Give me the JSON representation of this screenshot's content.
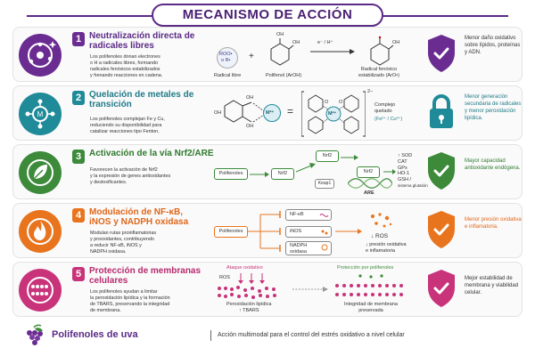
{
  "title": "MECANISMO DE ACCIÓN",
  "colors": {
    "purple": "#6a2c91",
    "teal": "#1f8a98",
    "green": "#3c8a3a",
    "orange": "#e8741e",
    "pink": "#c8337a"
  },
  "rows": [
    {
      "num": "1",
      "title": "Neutralización directa de radicales libres",
      "desc": [
        "Los polifenoles donan electrones",
        "o H a radicales libres, formando",
        "radicales fenóxicos estabilizados",
        "y frenando reacciones en cadena."
      ],
      "outcome": "Menor daño oxidativo sobre lípidos, proteínas y ADN.",
      "diagram": {
        "radical": "ROO•\no R•",
        "radical_label": "Radical libre",
        "plus": "+",
        "polyphenol_label": "Polifenol (ArOH)",
        "arrow": "e⁻ / H⁺",
        "product_label": "Radical fenóxico\nestabilizado (ArO•)",
        "oh": "OH"
      }
    },
    {
      "num": "2",
      "title": "Quelación de metales de transición",
      "desc": [
        "Los polifenoles complejan Fe y Cu,",
        "reduciendo su disponibilidad para",
        "catalizar reacciones tipo Fenton."
      ],
      "outcome": "Menor generación secundaria de radicales y menor peroxidación lipídica.",
      "diagram": {
        "metal": "M²⁺",
        "equals": "=",
        "charge": "2−",
        "complex_label": "Complejo\nquelado",
        "ions": "(Fe²⁺ / Cu²⁺)",
        "oh": "OH",
        "o": "O"
      }
    },
    {
      "num": "3",
      "title": "Activación de la vía Nrf2/ARE",
      "desc": [
        "Favorecen la activación de Nrf2",
        "y la expresión de genes antioxidantes",
        "y destoxificantes."
      ],
      "outcome": "Mayor capacidad antioxidante endógena.",
      "diagram": {
        "poly": "Polifenoles",
        "nrf2": "Nrf2",
        "keap1": "Keap1",
        "are": "ARE",
        "genes": [
          "↑ SOD",
          "CAT",
          "GPx",
          "HO-1",
          "GSH /",
          "sistema glutatión"
        ]
      }
    },
    {
      "num": "4",
      "title": "Modulación de NF-κB, iNOS y NADPH oxidasa",
      "desc": [
        "Modulan rutas proinflamatorias",
        "y prooxidantes, contribuyendo",
        "a reducir NF-κB, iNOS y",
        "NADPH oxidasa."
      ],
      "outcome": "Menor presión oxidativa e inflamatoria.",
      "diagram": {
        "poly": "Polifenoles",
        "targets": [
          "NF-κB",
          "iNOS",
          "NADPH\noxidasa"
        ],
        "ros": "↓ ROS",
        "result": "↓ presión oxidativa\ne inflamatoria"
      }
    },
    {
      "num": "5",
      "title": "Protección de membranas celulares",
      "desc": [
        "Los polifenoles ayudan a limitar",
        "la peroxidación lipídica y la formación",
        "de TBARS, preservando la integridad",
        "de membrana."
      ],
      "outcome": "Mejor estabilidad de membrana y viabilidad celular.",
      "diagram": {
        "attack": "Ataque oxidativo",
        "ros": "ROS",
        "peroxidation": "Peroxidación lipídica\n↑ TBARS",
        "protection": "Protección por polifenoles",
        "integrity": "Integridad de membrana\npreservada"
      }
    }
  ],
  "footer": {
    "brand": "Polifenoles de uva",
    "subtitle": "Acción multimodal para el control del estrés oxidativo a nivel celular"
  }
}
